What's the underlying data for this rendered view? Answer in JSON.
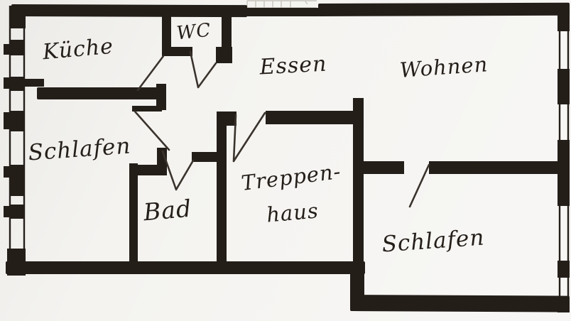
{
  "document_kind": "hand-drawn apartment floor plan sketch",
  "rooms": {
    "kueche": {
      "label": "Küche"
    },
    "wc": {
      "label": "WC"
    },
    "essen": {
      "label": "Essen"
    },
    "wohnen": {
      "label": "Wohnen"
    },
    "schlafen_links": {
      "label": "Schlafen"
    },
    "bad": {
      "label": "Bad"
    },
    "treppenhaus": {
      "label_line1": "Treppen-",
      "label_line2": "haus"
    },
    "schlafen_rechts": {
      "label": "Schlafen"
    }
  },
  "colors": {
    "ink": "#241e19",
    "ink_soft": "#3a332c",
    "paper": "#f4f3f0",
    "pencil": "#b8b3ab"
  }
}
